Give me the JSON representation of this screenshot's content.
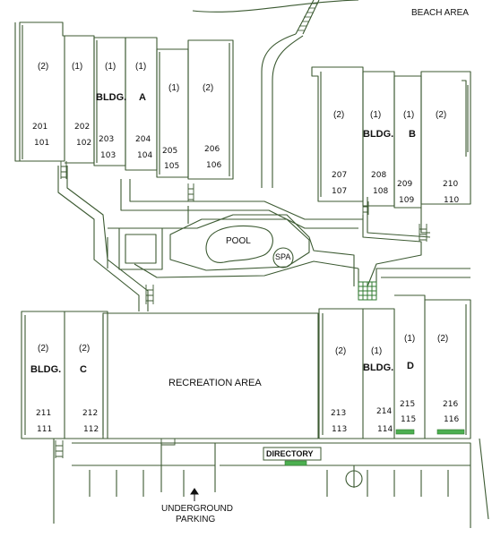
{
  "map": {
    "areas": {
      "beach": "BEACH AREA",
      "pool": "POOL",
      "spa": "SPA",
      "recreation": "RECREATION AREA",
      "directory": "DIRECTORY",
      "parking_line1": "UNDERGROUND",
      "parking_line2": "PARKING"
    },
    "building_a": {
      "bldg_label": "BLDG.",
      "letter": "A",
      "floors": [
        "(2)",
        "(1)",
        "(1)",
        "(1)",
        "(1)",
        "(2)"
      ],
      "upper_units": [
        "201",
        "202",
        "203",
        "204",
        "205",
        "206"
      ],
      "lower_units": [
        "101",
        "102",
        "103",
        "104",
        "105",
        "106"
      ]
    },
    "building_b": {
      "bldg_label": "BLDG.",
      "letter": "B",
      "floors": [
        "(2)",
        "(1)",
        "(1)",
        "(2)"
      ],
      "upper_units": [
        "207",
        "208",
        "209",
        "210"
      ],
      "lower_units": [
        "107",
        "108",
        "109",
        "110"
      ]
    },
    "building_c": {
      "bldg_label": "BLDG.",
      "letter": "C",
      "floors": [
        "(2)",
        "(2)"
      ],
      "upper_units": [
        "211",
        "212"
      ],
      "lower_units": [
        "111",
        "112"
      ]
    },
    "building_d": {
      "bldg_label": "BLDG.",
      "letter": "D",
      "floors": [
        "(2)",
        "(1)",
        "(1)",
        "(2)"
      ],
      "upper_units": [
        "213",
        "214",
        "215",
        "216"
      ],
      "lower_units": [
        "113",
        "114",
        "115",
        "116"
      ]
    },
    "colors": {
      "line": "#3c5a32",
      "ink": "#111111",
      "highlight": "#4caf50",
      "background": "#ffffff"
    }
  }
}
